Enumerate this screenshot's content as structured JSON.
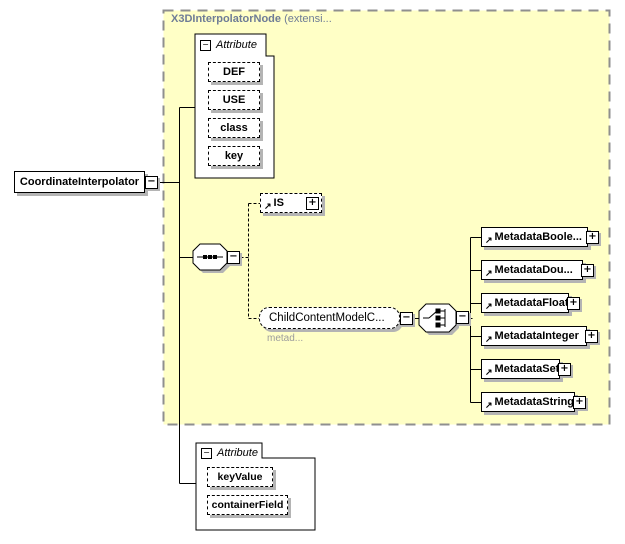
{
  "title": {
    "type_name": "X3DInterpolatorNode",
    "suffix": " (extensi..."
  },
  "root_element": {
    "label": "CoordinateInterpolator"
  },
  "attribute_groups": {
    "top": {
      "label": "Attribute",
      "items": [
        "DEF",
        "USE",
        "class",
        "key"
      ]
    },
    "bottom": {
      "label": "Attribute",
      "items": [
        "keyValue",
        "containerField"
      ]
    }
  },
  "is_element": {
    "label": "IS"
  },
  "group_ref": {
    "label": "ChildContentModelC...",
    "annotation": "metad..."
  },
  "metadata_elements": [
    {
      "label": "MetadataBoole..."
    },
    {
      "label": "MetadataDou..."
    },
    {
      "label": "MetadataFloat"
    },
    {
      "label": "MetadataInteger"
    },
    {
      "label": "MetadataSet"
    },
    {
      "label": "MetadataString"
    }
  ],
  "icons": {
    "collapse": "−",
    "expand": "+",
    "reference_arrow": "↗"
  },
  "colors": {
    "extension_fill": "#FFFFC6",
    "extension_border": "#8F8F8F",
    "title_text": "#6E7C96",
    "box_shadow": "#B4B4B4",
    "annotation_text": "#9C9C9C"
  }
}
